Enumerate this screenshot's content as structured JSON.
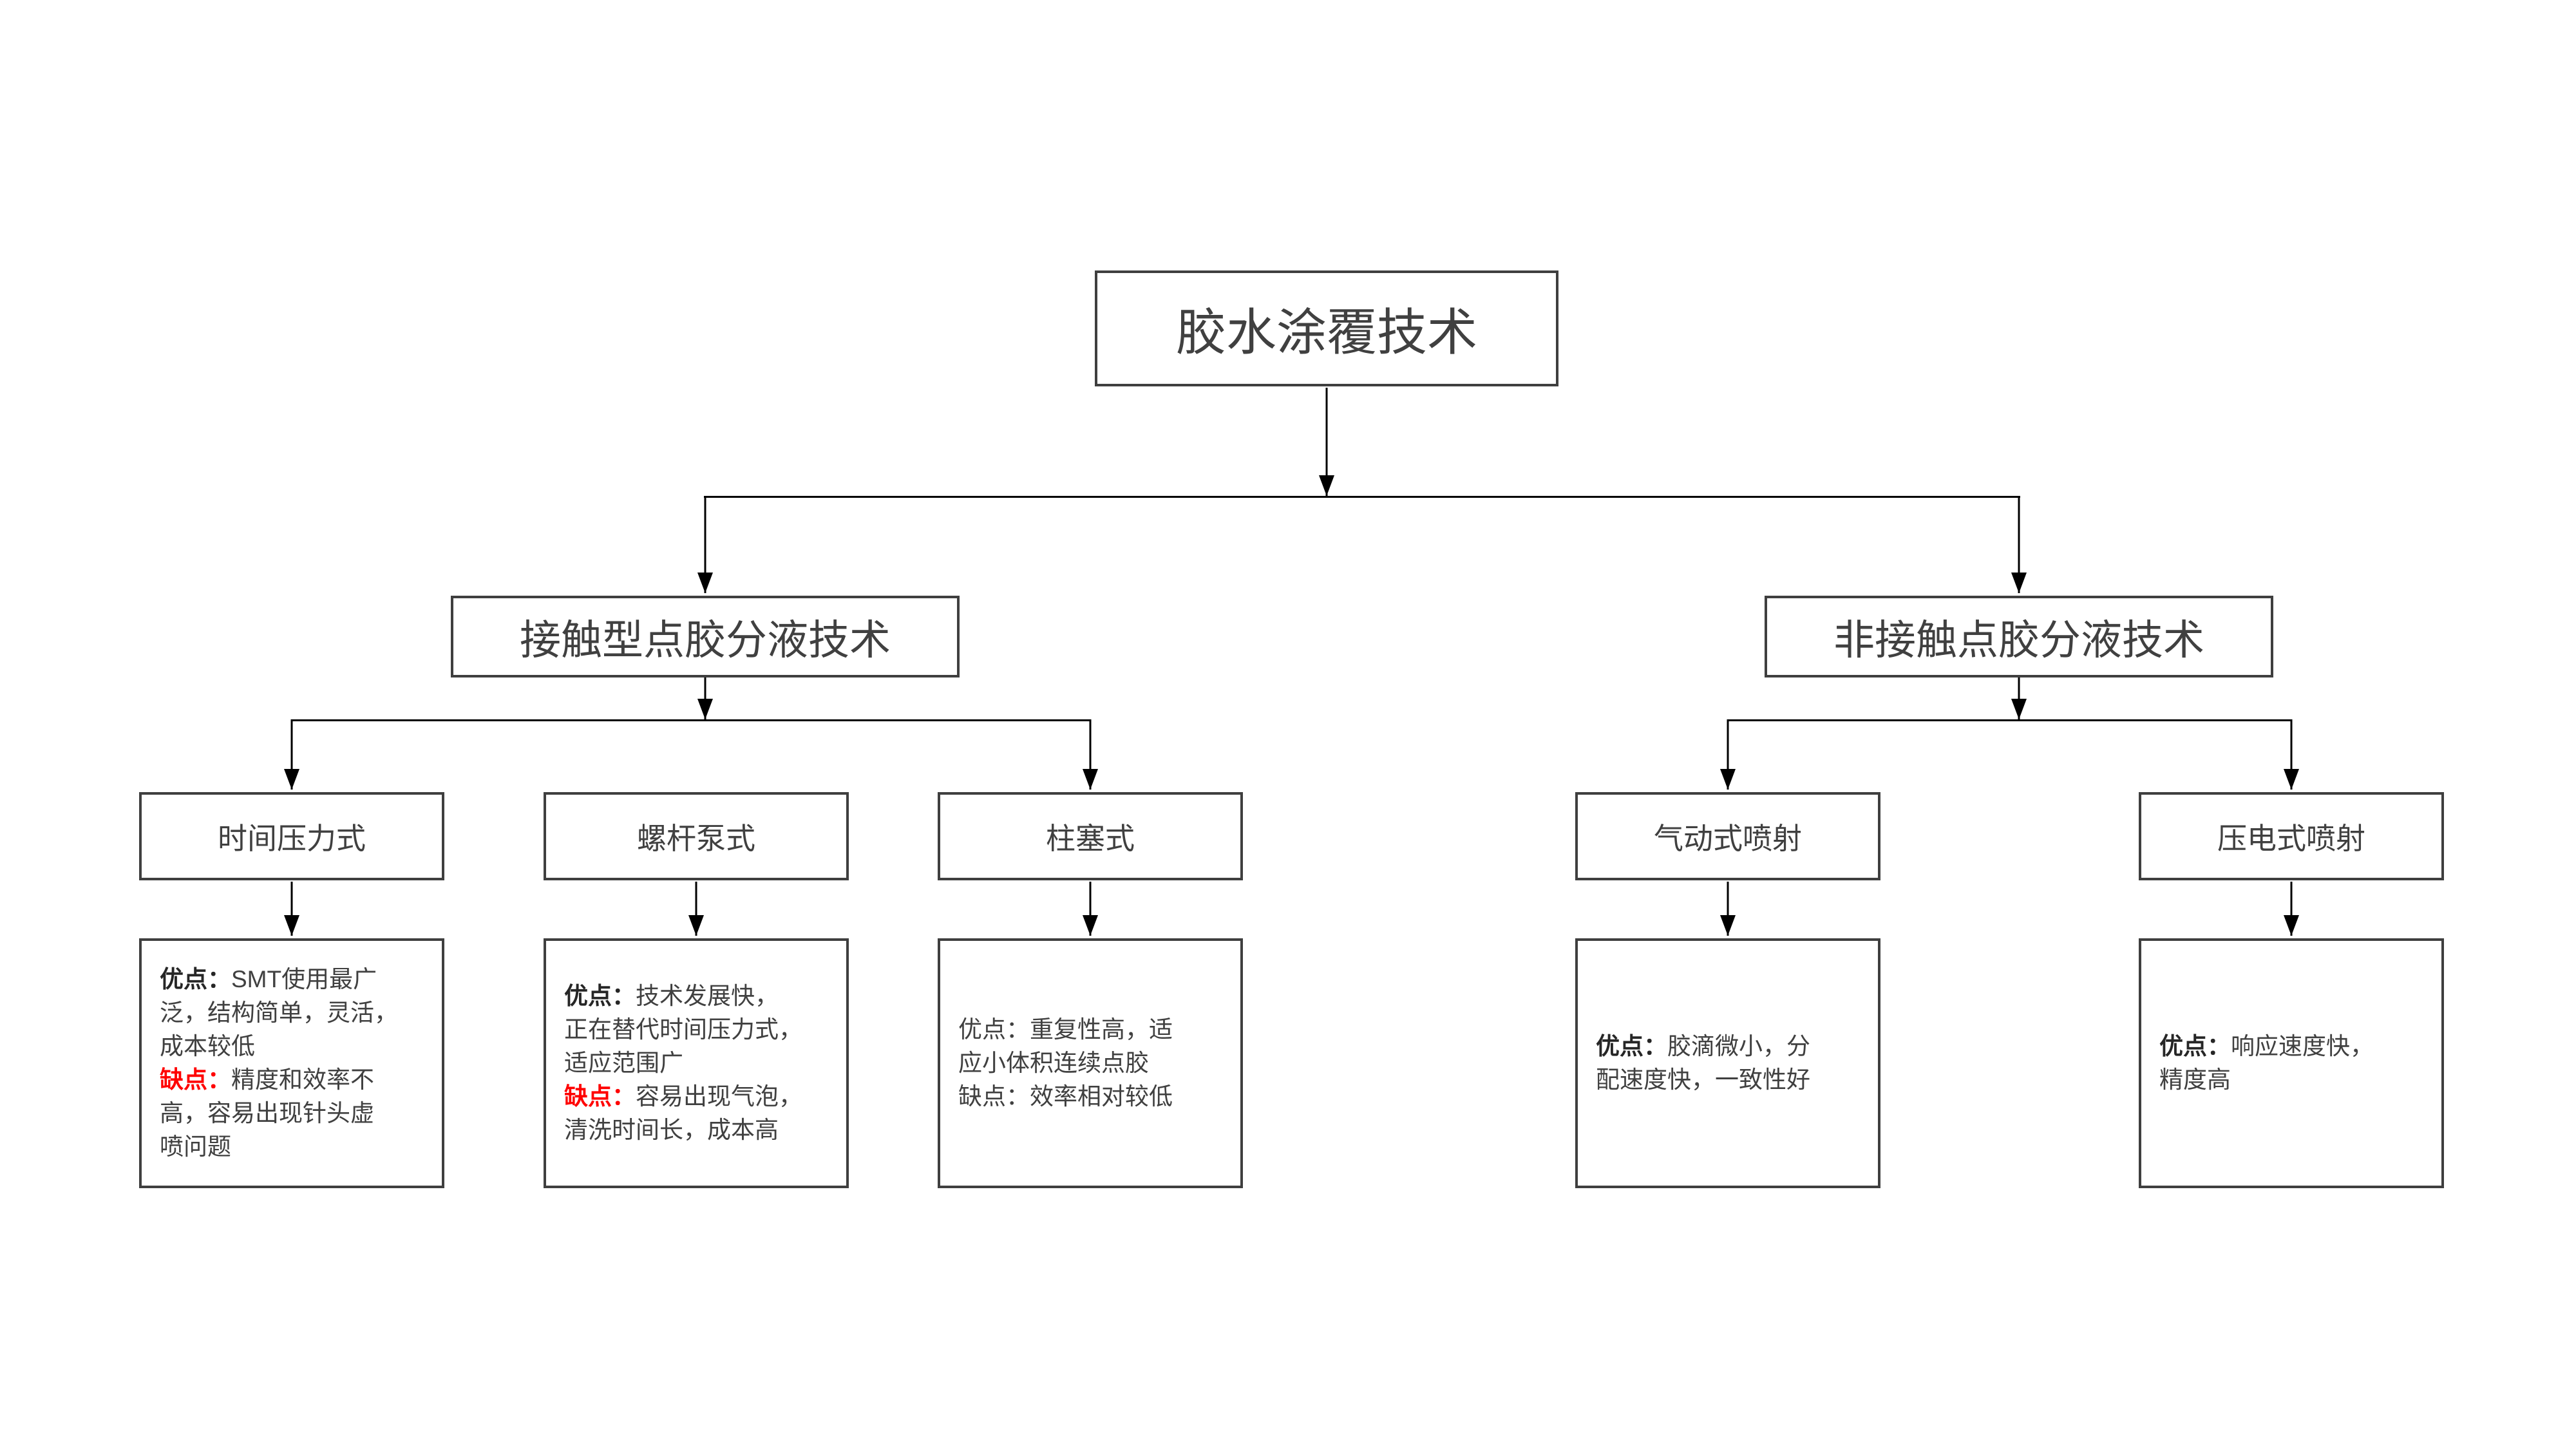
{
  "title": {
    "label": "胶水涂覆技术"
  },
  "level2": [
    {
      "label": "接触型点胶分液技术"
    },
    {
      "label": "非接触点胶分液技术"
    }
  ],
  "level3": [
    {
      "label": "时间压力式"
    },
    {
      "label": "螺杆泵式"
    },
    {
      "label": "柱塞式"
    },
    {
      "label": "气动式喷射"
    },
    {
      "label": "压电式喷射"
    }
  ],
  "details": [
    {
      "segments": [
        {
          "t": "优点：",
          "s": "b"
        },
        {
          "t": "SMT使用最广\n泛，结构简单，灵活，\n成本较低\n",
          "s": "p"
        },
        {
          "t": "缺点：",
          "s": "r"
        },
        {
          "t": "精度和效率不\n高，容易出现针头虚\n喷问题",
          "s": "p"
        }
      ]
    },
    {
      "segments": [
        {
          "t": "优点：",
          "s": "b"
        },
        {
          "t": "技术发展快，\n正在替代时间压力式，\n适应范围广\n",
          "s": "p"
        },
        {
          "t": "缺点：",
          "s": "r"
        },
        {
          "t": "容易出现气泡，\n清洗时间长，成本高",
          "s": "p"
        }
      ]
    },
    {
      "segments": [
        {
          "t": "优点：",
          "s": "p"
        },
        {
          "t": "重复性高，适\n应小体积连续点胶\n",
          "s": "p"
        },
        {
          "t": "缺点：",
          "s": "p"
        },
        {
          "t": "效率相对较低",
          "s": "p"
        }
      ]
    },
    {
      "segments": [
        {
          "t": "优点：",
          "s": "b"
        },
        {
          "t": "胶滴微小，分\n配速度快，一致性好",
          "s": "p"
        }
      ]
    },
    {
      "segments": [
        {
          "t": "优点：",
          "s": "b"
        },
        {
          "t": "响应速度快，\n精度高",
          "s": "p"
        }
      ]
    }
  ],
  "colors": {
    "background": "#ffffff",
    "box_border": "#3f3f3f",
    "text": "#404040",
    "advantage_label": "#262626",
    "disadvantage_label": "#ff0000",
    "connector": "#000000"
  }
}
